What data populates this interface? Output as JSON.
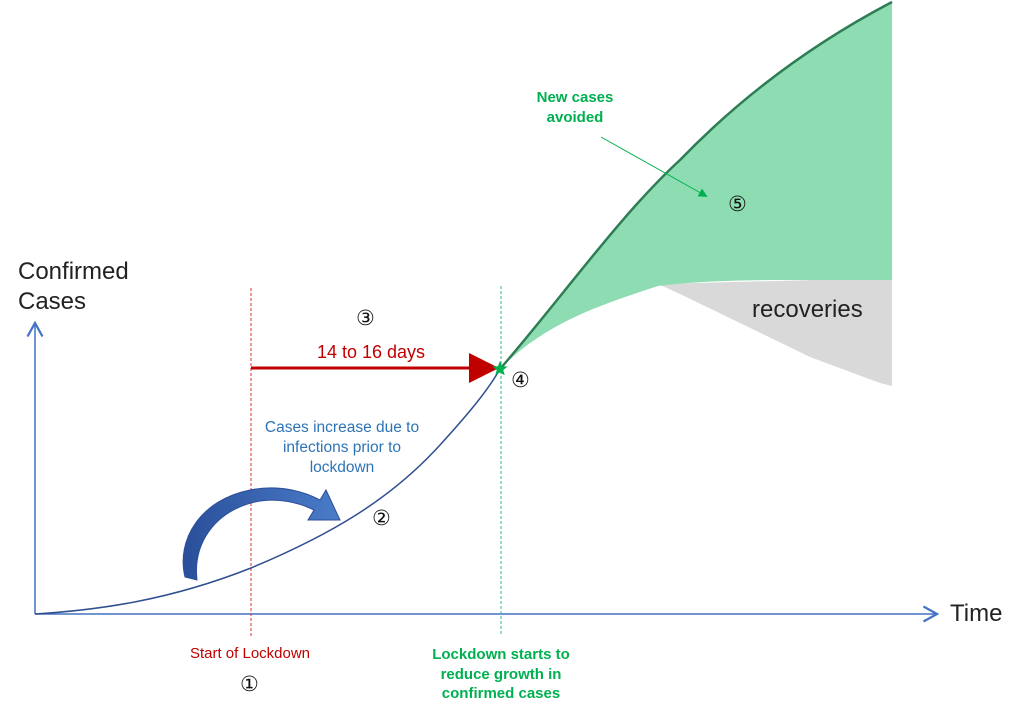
{
  "axes": {
    "y_label_line1": "Confirmed",
    "y_label_line2": "Cases",
    "x_label": "Time"
  },
  "markers": {
    "m1": "①",
    "m2": "②",
    "m3": "③",
    "m4": "④",
    "m5": "⑤"
  },
  "annotations": {
    "start_lockdown": "Start of Lockdown",
    "delay": "14 to 16 days",
    "increase_line1": "Cases increase due to",
    "increase_line2": "infections prior to",
    "increase_line3": "lockdown",
    "lockdown_effect_line1": "Lockdown starts to",
    "lockdown_effect_line2": "reduce growth in",
    "lockdown_effect_line3": "confirmed cases",
    "avoided_line1": "New cases",
    "avoided_line2": "avoided",
    "recoveries": "recoveries"
  },
  "colors": {
    "axis": "#4472c4",
    "curve": "#2f4f8f",
    "lockdown_line": "#e03030",
    "effect_line": "#2fb98a",
    "avoided_fill": "#8edcb2",
    "avoided_edge": "#2e7d55",
    "recoveries_fill": "#d9d9d9",
    "delay_arrow": "#c00000",
    "curved_arrow": "#3a62b0"
  }
}
